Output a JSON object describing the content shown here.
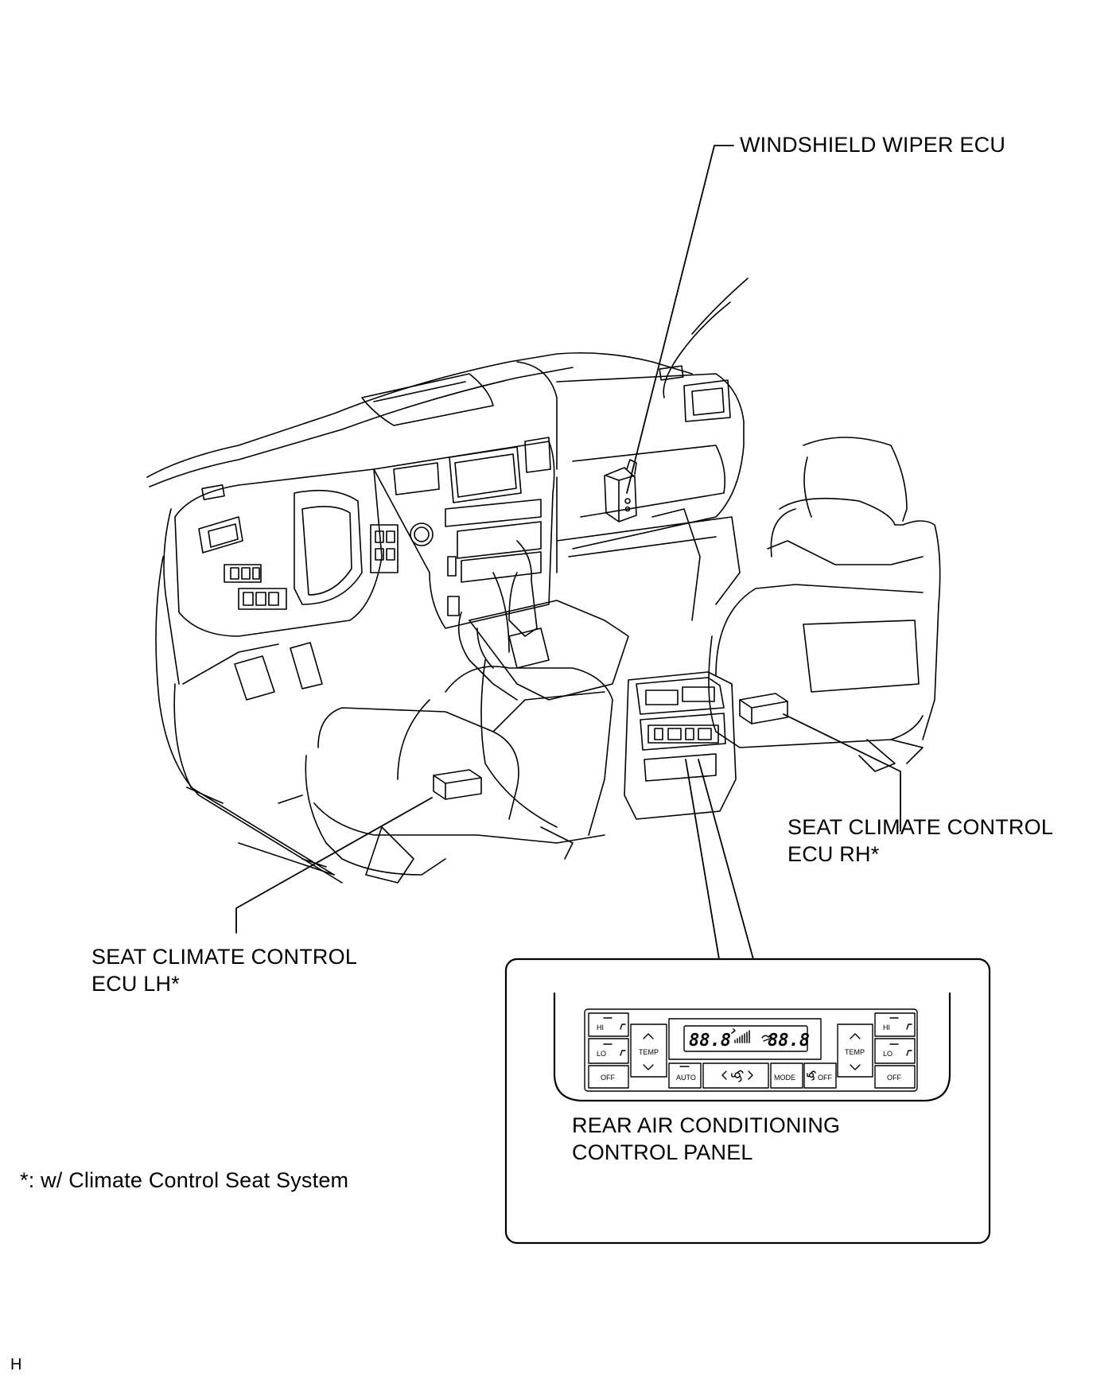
{
  "callouts": {
    "wiper_ecu": "WINDSHIELD WIPER ECU",
    "seat_rh": {
      "line1": "SEAT CLIMATE CONTROL",
      "line2": "ECU RH*"
    },
    "seat_lh": {
      "line1": "SEAT CLIMATE CONTROL",
      "line2": "ECU LH*"
    },
    "rear_panel": {
      "line1": "REAR AIR CONDITIONING",
      "line2": "CONTROL PANEL"
    }
  },
  "footnote": "*: w/ Climate Control Seat System",
  "figure_code": "H",
  "panel": {
    "left_temp_display": "88.8",
    "right_temp_display": "88.8",
    "buttons": {
      "hi": "HI",
      "lo": "LO",
      "off": "OFF",
      "temp": "TEMP",
      "auto": "AUTO",
      "mode": "MODE",
      "fan_off": "OFF"
    }
  },
  "icons": [
    "up-chevron-icon",
    "down-chevron-icon",
    "fan-icon",
    "left-arrow-icon",
    "right-arrow-icon",
    "seat-heater-icon"
  ]
}
